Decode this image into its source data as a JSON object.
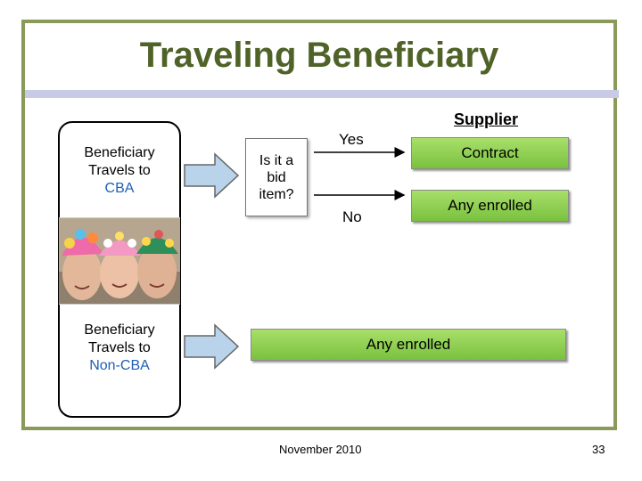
{
  "slide": {
    "title": "Traveling Beneficiary",
    "footer_date": "November 2010",
    "page_number": "33"
  },
  "beneficiary_cba": {
    "line1": "Beneficiary",
    "line2": "Travels to",
    "place": "CBA"
  },
  "beneficiary_noncba": {
    "line1": "Beneficiary",
    "line2": "Travels to",
    "place": "Non-CBA"
  },
  "decision": {
    "question": "Is it a bid item?",
    "yes_label": "Yes",
    "no_label": "No"
  },
  "supplier": {
    "heading": "Supplier",
    "yes_result": "Contract",
    "no_result": "Any enrolled",
    "noncba_result": "Any enrolled"
  },
  "colors": {
    "frame": "#8a9a5b",
    "title": "#4f6228",
    "place_text": "#1f5fb5",
    "result_bar": "#8fd04f",
    "flow_arrow": "#b9d4ea"
  },
  "icons": {
    "photo": "three-women-swim-caps-photo"
  }
}
